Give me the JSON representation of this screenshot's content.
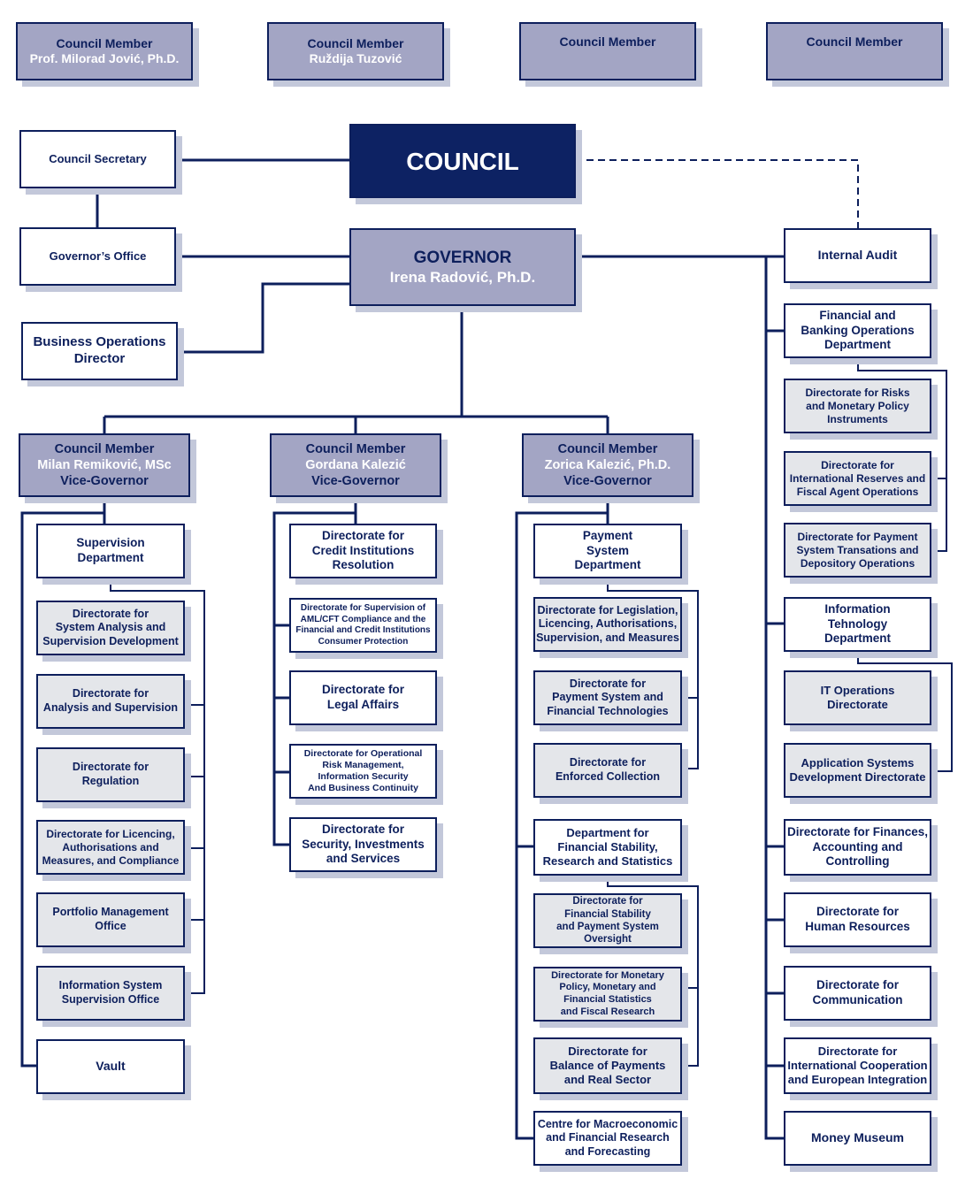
{
  "colors": {
    "navy": "#0d2263",
    "line": "#0d1f5c",
    "purple": "#a3a5c4",
    "grey": "#e4e6ea",
    "shadow": "#c3c8da"
  },
  "top_members": [
    {
      "title": "Council Member",
      "name": "Prof. Milorad Jović, Ph.D."
    },
    {
      "title": "Council Member",
      "name": "Ruždija Tuzović"
    },
    {
      "title": "Council Member",
      "name": ""
    },
    {
      "title": "Council Member",
      "name": ""
    }
  ],
  "council": "COUNCIL",
  "governor": {
    "title": "GOVERNOR",
    "name": "Irena Radović, Ph.D."
  },
  "left_units": {
    "council_secretary": "Council Secretary",
    "governors_office": "Governor’s Office",
    "business_ops": "Business Operations\nDirector"
  },
  "internal_audit": "Internal Audit",
  "vice_governors": [
    {
      "title": "Council Member",
      "name": "Milan Remiković, MSc",
      "role": "Vice-Governor"
    },
    {
      "title": "Council Member",
      "name": "Gordana Kalezić",
      "role": "Vice-Governor"
    },
    {
      "title": "Council Member",
      "name": "Zorica Kalezić, Ph.D.",
      "role": "Vice-Governor"
    }
  ],
  "col1": {
    "dept": "Supervision\nDepartment",
    "directorates": [
      "Directorate for\nSystem Analysis and\nSupervision Development",
      "Directorate for\nAnalysis and Supervision",
      "Directorate for\nRegulation",
      "Directorate for Licencing,\nAuthorisations and\nMeasures, and Compliance",
      "Portfolio Management\nOffice",
      "Information System\nSupervision Office"
    ],
    "vault": "Vault"
  },
  "col2": {
    "units": [
      "Directorate for\nCredit Institutions\nResolution",
      "Directorate for Supervision of\nAML/CFT Compliance and the\nFinancial and Credit Institutions\nConsumer Protection",
      "Directorate for\nLegal Affairs",
      "Directorate for Operational\nRisk Management,\nInformation Security\nAnd Business Continuity",
      "Directorate for\nSecurity, Investments\nand Services"
    ]
  },
  "col3": {
    "dept1": "Payment\nSystem\nDepartment",
    "dept1_dirs": [
      "Directorate for Legislation,\nLicencing, Authorisations,\nSupervision, and Measures",
      "Directorate for\nPayment System and\nFinancial Technologies",
      "Directorate for\nEnforced Collection"
    ],
    "dept2": "Department for\nFinancial Stability,\nResearch and Statistics",
    "dept2_dirs": [
      "Directorate for\nFinancial Stability\nand Payment System\nOversight",
      "Directorate for Monetary\nPolicy, Monetary and\nFinancial Statistics\nand Fiscal Research",
      "Directorate for\nBalance of Payments\nand Real Sector"
    ],
    "centre": "Centre for Macroeconomic\nand Financial Research\nand Forecasting"
  },
  "col4": {
    "fin_dept": "Financial and\nBanking Operations\nDepartment",
    "fin_dirs": [
      "Directorate for Risks\nand Monetary Policy\nInstruments",
      "Directorate for\nInternational Reserves and\nFiscal Agent Operations",
      "Directorate for Payment\nSystem Transations and\nDepository Operations"
    ],
    "it_dept": "Information\nTehnology\nDepartment",
    "it_dirs": [
      "IT Operations\nDirectorate",
      "Application Systems\nDevelopment Directorate"
    ],
    "others": [
      "Directorate for Finances,\nAccounting and\nControlling",
      "Directorate for\nHuman Resources",
      "Directorate for\nCommunication",
      "Directorate for\nInternational Cooperation\nand European Integration",
      "Money Museum"
    ]
  }
}
